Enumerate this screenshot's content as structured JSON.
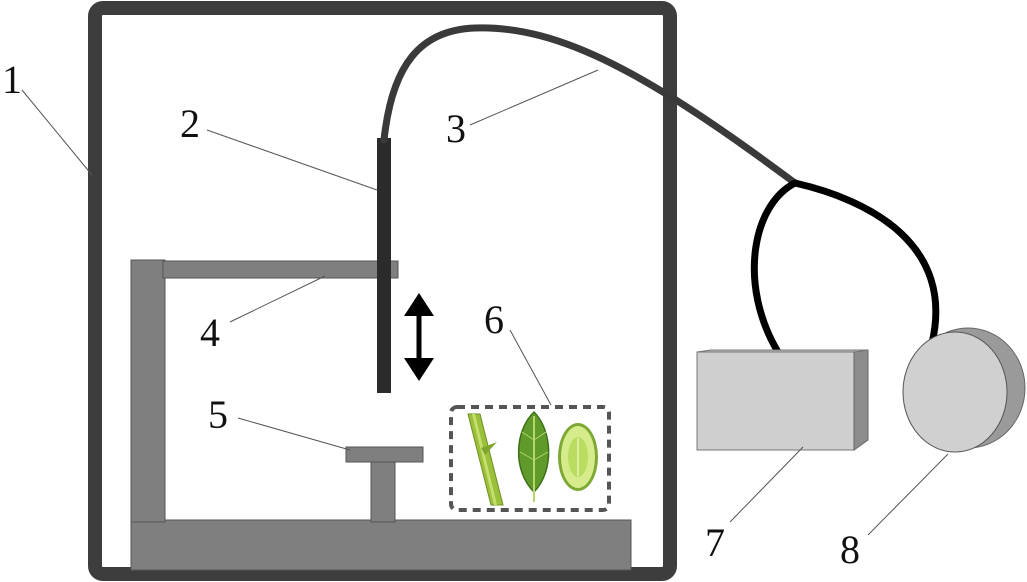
{
  "labels": {
    "enclosure": "1",
    "probe": "2",
    "fiber_cable": "3",
    "arm": "4",
    "sample_stage": "5",
    "samples": "6",
    "light_source": "7",
    "spectrometer": "8"
  },
  "colors": {
    "frame": "#3d3d3d",
    "structure_gray": "#7f7f7f",
    "probe_dark": "#2b2b2b",
    "cable_dark": "#3a3a3a",
    "cable_black": "#000000",
    "box_fill": "#cfcfcf",
    "box_side": "#8c8c8c",
    "dashed_border": "#555555",
    "stem_green": "#9bc13a",
    "leaf_green": "#5f9a2a",
    "cucumber_green": "#b9dc61"
  },
  "icons": {
    "arrow": "double-vertical-arrow-icon",
    "stem": "plant-stem-icon",
    "leaf": "leaf-icon",
    "slice": "cucumber-slice-icon"
  }
}
